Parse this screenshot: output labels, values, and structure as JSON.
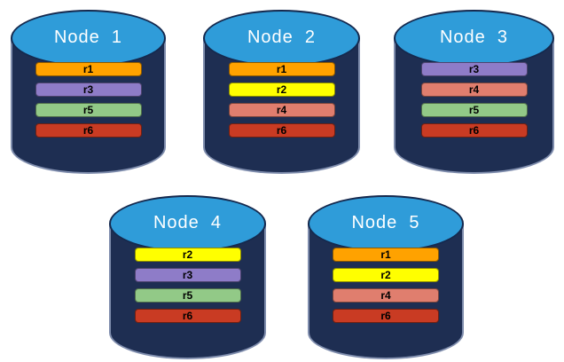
{
  "diagram": {
    "background": "#FFFFFF",
    "cylinder_body_color": "#1E2E52",
    "cylinder_top_color": "#2F9CD9",
    "cylinder_outline_color": "#15294E",
    "cylinder_edge_highlight": "#919EBE",
    "title_text_color": "#FFFFFF",
    "bar_text_color": "#000000"
  },
  "replica_colors": {
    "r1": "#FFA200",
    "r2": "#FFFF00",
    "r3": "#8E7CC8",
    "r4": "#E07E6E",
    "r5": "#92C987",
    "r6": "#C93B23"
  },
  "nodes": [
    {
      "title": "Node  1",
      "replicas": [
        "r1",
        "r3",
        "r5",
        "r6"
      ]
    },
    {
      "title": "Node  2",
      "replicas": [
        "r1",
        "r2",
        "r4",
        "r6"
      ]
    },
    {
      "title": "Node  3",
      "replicas": [
        "r3",
        "r4",
        "r5",
        "r6"
      ]
    },
    {
      "title": "Node  4",
      "replicas": [
        "r2",
        "r3",
        "r5",
        "r6"
      ]
    },
    {
      "title": "Node  5",
      "replicas": [
        "r1",
        "r2",
        "r4",
        "r6"
      ]
    }
  ]
}
